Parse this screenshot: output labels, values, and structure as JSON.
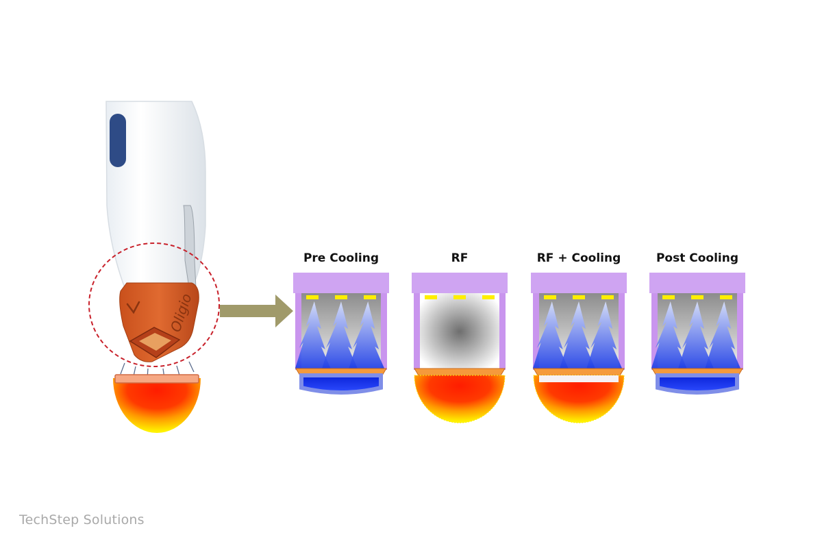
{
  "device": {
    "brand_text": "Oligio"
  },
  "stages": [
    {
      "label": "Pre Cooling",
      "effect": "cooling"
    },
    {
      "label": "RF",
      "effect": "rf"
    },
    {
      "label": "RF + Cooling",
      "effect": "rf-cooling"
    },
    {
      "label": "Post Cooling",
      "effect": "cooling"
    }
  ],
  "colors": {
    "top_bar": "#cfa4f2",
    "side_wall": "#c995ee",
    "electrode": "#ffee00",
    "plate": "#f59a3c",
    "cooling_blue": "#1c35e6",
    "heat_core": "#ff1d00",
    "heat_edge": "#fff200",
    "arrow": "#a09a6a",
    "handpiece_tip": "#d9612a",
    "button": "#2e4b86"
  },
  "watermark": "TechStep Solutions"
}
